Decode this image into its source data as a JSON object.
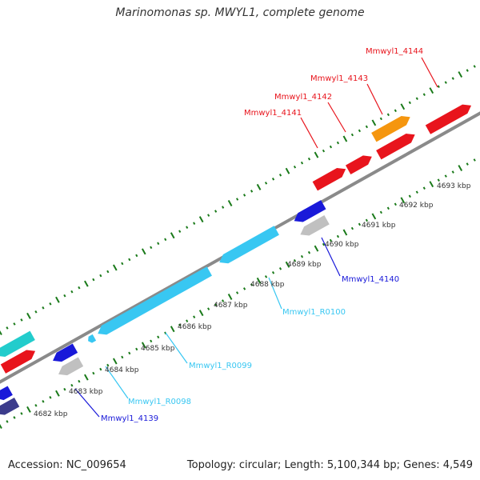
{
  "title": "Marinomonas sp. MWYL1, complete genome",
  "footer": {
    "accession": "Accession: NC_009654",
    "summary": "Topology: circular; Length: 5,100,344 bp; Genes: 4,549"
  },
  "colors": {
    "backbone": "#8a8a8a",
    "tick": "#1a7a1a",
    "gene_red": "#e8141c",
    "gene_orange": "#f5960f",
    "gene_blue": "#1919d9",
    "gene_gray": "#c0c0c0",
    "gene_teal": "#22cccc",
    "rna_cyan": "#38c7f2",
    "gene_navy": "#3c3c8c"
  },
  "scale_labels": [
    "4682 kbp",
    "4683 kbp",
    "4684 kbp",
    "4685 kbp",
    "4686 kbp",
    "4687 kbp",
    "4688 kbp",
    "4689 kbp",
    "4690 kbp",
    "4691 kbp",
    "4692 kbp",
    "4693 kbp"
  ],
  "gene_labels": [
    {
      "text": "Mmwyl1_4144",
      "color": "#e8141c"
    },
    {
      "text": "Mmwyl1_4143",
      "color": "#e8141c"
    },
    {
      "text": "Mmwyl1_4142",
      "color": "#e8141c"
    },
    {
      "text": "Mmwyl1_4141",
      "color": "#e8141c"
    },
    {
      "text": "Mmwyl1_4140",
      "color": "#1919d9"
    },
    {
      "text": "Mmwyl1_R0100",
      "color": "#38c7f2"
    },
    {
      "text": "Mmwyl1_R0099",
      "color": "#38c7f2"
    },
    {
      "text": "Mmwyl1_R0098",
      "color": "#38c7f2"
    },
    {
      "text": "Mmwyl1_4139",
      "color": "#1919d9"
    }
  ]
}
